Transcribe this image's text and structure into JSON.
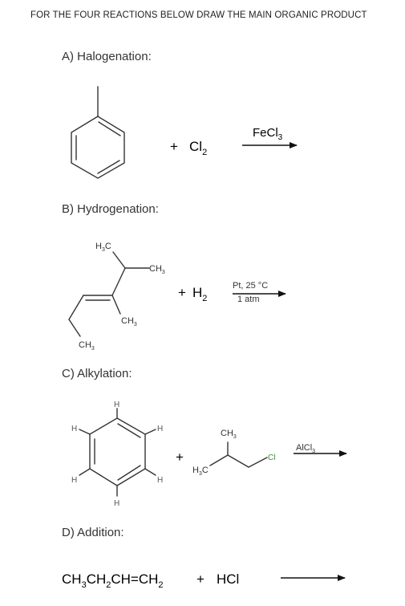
{
  "header": "FOR THE FOUR REACTIONS BELOW DRAW THE MAIN ORGANIC PRODUCT",
  "sections": {
    "a": "A) Halogenation:",
    "b": "B) Hydrogenation:",
    "c": "C) Alkylation:",
    "d": "D) Addition:"
  },
  "reaction_a": {
    "reagent_plus": "+",
    "reagent_main": "Cl",
    "reagent_sub": "2",
    "catalyst_main": "FeCl",
    "catalyst_sub": "3"
  },
  "reaction_b": {
    "h3c_top_main": "H",
    "h3c_top_sub": "3",
    "h3c_top_tail": "C",
    "ch3_right_main": "CH",
    "ch3_right_sub": "3",
    "ch3_mid_main": "CH",
    "ch3_mid_sub": "3",
    "ch3_bottom_main": "CH",
    "ch3_bottom_sub": "3",
    "reagent_plus": "+",
    "reagent_main": "H",
    "reagent_sub": "2",
    "condition_1": "Pt, 25 °C",
    "condition_2": "1 atm"
  },
  "reaction_c": {
    "h_top": "H",
    "h_upper_left": "H",
    "h_upper_right": "H",
    "h_lower_left": "H",
    "h_lower_right": "H",
    "h_bottom": "H",
    "plus": "+",
    "ch3_main": "CH",
    "ch3_sub": "3",
    "h3c_main": "H",
    "h3c_sub": "3",
    "h3c_tail": "C",
    "cl": "Cl",
    "catalyst_main": "AlCl",
    "catalyst_sub": "3"
  },
  "reaction_d": {
    "p1": "CH",
    "s1": "3",
    "p2": "CH",
    "s2": "2",
    "p3": "CH=CH",
    "s3": "2",
    "plus": "+",
    "reagent": "HCl"
  }
}
